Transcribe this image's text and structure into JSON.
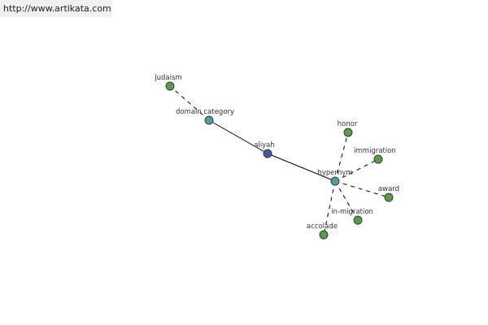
{
  "header": {
    "site_url": "http://www.artikata.com"
  },
  "colors": {
    "focus_node": "#4a5a9a",
    "relation_node": "#4f9e9e",
    "term_node": "#5a9a4a"
  },
  "graph": {
    "center": "aliyah",
    "relations": [
      "domain category",
      "hypernym"
    ],
    "terms": {
      "domain category": [
        "judaism"
      ],
      "hypernym": [
        "honor",
        "immigration",
        "award",
        "in-migration",
        "accolade"
      ]
    },
    "nodes": [
      {
        "id": "aliyah",
        "label": "aliyah",
        "kind": "focus"
      },
      {
        "id": "domain_category",
        "label": "domain category",
        "kind": "relation"
      },
      {
        "id": "hypernym",
        "label": "hypernym",
        "kind": "relation"
      },
      {
        "id": "judaism",
        "label": "judaism",
        "kind": "term"
      },
      {
        "id": "honor",
        "label": "honor",
        "kind": "term"
      },
      {
        "id": "immigration",
        "label": "immigration",
        "kind": "term"
      },
      {
        "id": "award",
        "label": "award",
        "kind": "term"
      },
      {
        "id": "in_migration",
        "label": "in-migration",
        "kind": "term"
      },
      {
        "id": "accolade",
        "label": "accolade",
        "kind": "term"
      }
    ]
  }
}
